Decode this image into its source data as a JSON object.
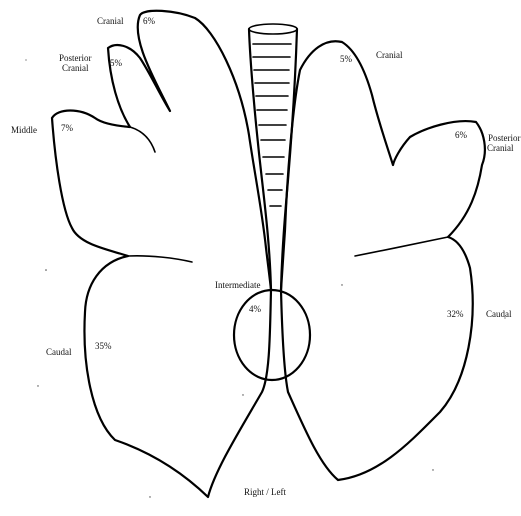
{
  "diagram": {
    "footer": "Right / Left",
    "right_lung": {
      "cranial": {
        "label": "Cranial",
        "percent": "6%"
      },
      "posterior_cranial": {
        "label_line1": "Posterior",
        "label_line2": "Cranial",
        "percent": "5%"
      },
      "middle": {
        "label": "Middle",
        "percent": "7%"
      },
      "caudal": {
        "label": "Caudal",
        "percent": "35%"
      }
    },
    "left_lung": {
      "cranial": {
        "label": "Cranial",
        "percent": "5%"
      },
      "posterior_cranial": {
        "label_line1": "Posterior",
        "label_line2": "Cranial",
        "percent": "6%"
      },
      "caudal": {
        "label": "Caudal",
        "percent": "32%"
      }
    },
    "intermediate": {
      "label": "Intermediate",
      "percent": "4%"
    }
  }
}
